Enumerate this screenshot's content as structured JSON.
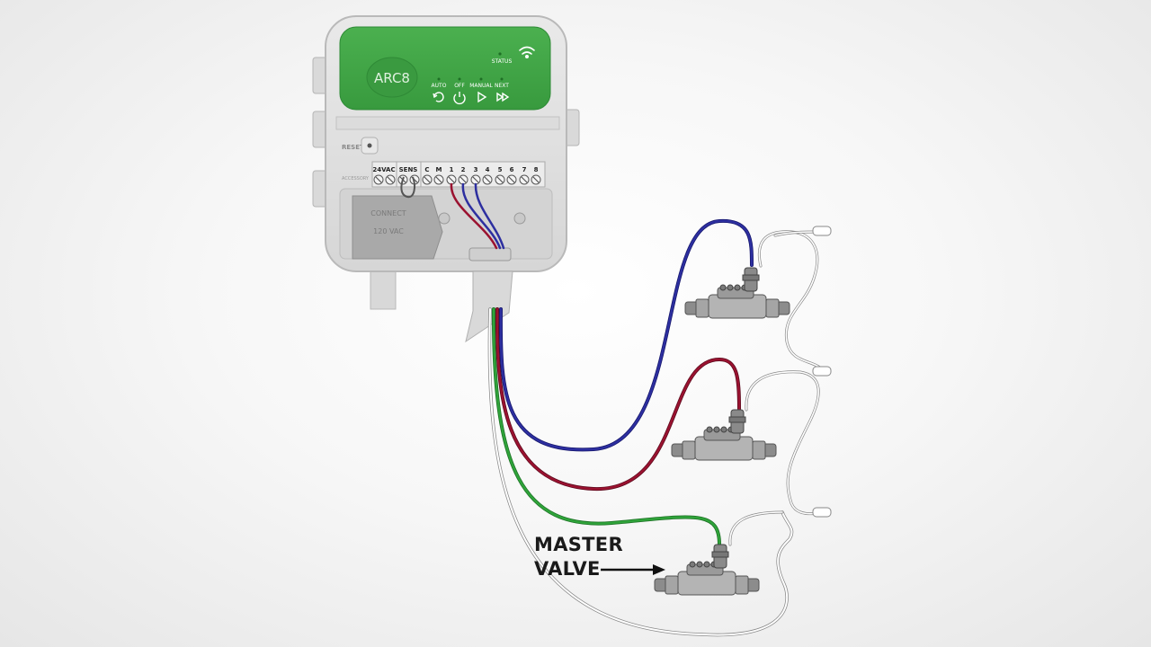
{
  "controller": {
    "model": "ARC8",
    "status_label": "STATUS",
    "buttons": [
      {
        "label": "AUTO",
        "icon": "refresh-icon"
      },
      {
        "label": "OFF",
        "icon": "power-icon"
      },
      {
        "label": "MANUAL",
        "icon": "play-icon"
      },
      {
        "label": "NEXT",
        "icon": "fast-forward-icon"
      }
    ],
    "reset_label": "RESET",
    "accessory_label": "ACCESSORY",
    "terminals": [
      "24VAC",
      "SENS",
      "C",
      "M",
      "1",
      "2",
      "3",
      "4",
      "5",
      "6",
      "7",
      "8"
    ],
    "transformer_text": [
      "CONNECT",
      "120 VAC"
    ]
  },
  "callout": {
    "line1": "MASTER",
    "line2": "VALVE"
  },
  "colors": {
    "panel_green": "#3fa047",
    "wire_blue": "#2d2fa0",
    "wire_red": "#9a1230",
    "wire_green": "#2fa33a",
    "wire_white": "#ffffff"
  }
}
